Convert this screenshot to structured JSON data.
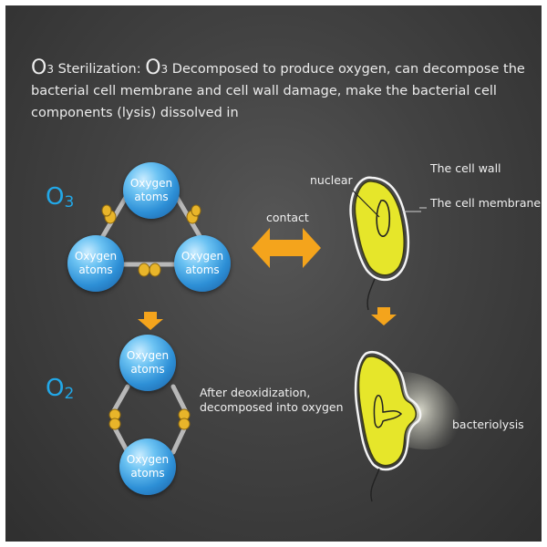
{
  "intro": {
    "o_letter": "O",
    "three": "3",
    "heading": " Sterilization: ",
    "text": " Decomposed to produce oxygen, can decompose the bacterial cell membrane and cell wall damage, make the bacterial cell components (lysis) dissolved in"
  },
  "o3": {
    "letter": "O",
    "number": "3"
  },
  "o2": {
    "letter": "O",
    "number": "2"
  },
  "atom_label": "Oxygen atoms",
  "labels": {
    "contact": "contact",
    "nuclear": "nuclear",
    "cell_wall": "The cell wall",
    "cell_membrane": "The cell membrane",
    "deox_line1": "After deoxidization,",
    "deox_line2": "decomposed into oxygen",
    "bacteriolysis": "bacteriolysis"
  },
  "colors": {
    "o_blue": "#22a8e8",
    "arrow_orange": "#f4a41c",
    "cell_yellow": "#e6e62a",
    "atom_blue": "#2d8fd6"
  },
  "icons": [
    "double-arrow-icon",
    "down-arrow-icon",
    "bond-connector-icon"
  ]
}
